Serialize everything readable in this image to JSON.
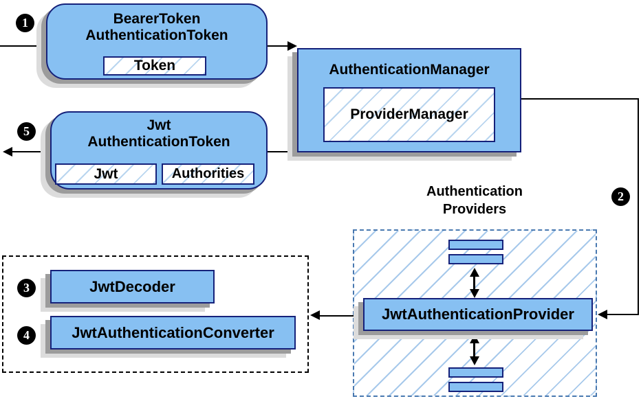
{
  "colors": {
    "node_fill": "#87c0f2",
    "node_border": "#15217a",
    "hatch_line": "#a7c9eb",
    "dashed_container_border": "#4878b0",
    "dashed_group_border": "#000000",
    "shadow_dark": "#9c9c9c",
    "shadow_light": "#dcdcdc",
    "connector": "#000000",
    "badge_background": "#000000",
    "badge_text": "#ffffff"
  },
  "badges": {
    "step1": "1",
    "step2": "2",
    "step3": "3",
    "step4": "4",
    "step5": "5"
  },
  "nodes": {
    "bearer_token": {
      "title_line1": "BearerToken",
      "title_line2": "AuthenticationToken",
      "token_field": "Token"
    },
    "authentication_manager": {
      "title": "AuthenticationManager",
      "provider_manager_field": "ProviderManager"
    },
    "jwt_authentication_token": {
      "title_line1": "Jwt",
      "title_line2": "AuthenticationToken",
      "jwt_field": "Jwt",
      "authorities_field": "Authorities"
    },
    "authentication_providers": {
      "label_line1": "Authentication",
      "label_line2": "Providers"
    },
    "jwt_authentication_provider": {
      "title": "JwtAuthenticationProvider"
    },
    "jwt_decoder": {
      "title": "JwtDecoder"
    },
    "jwt_authentication_converter": {
      "title": "JwtAuthenticationConverter"
    }
  }
}
